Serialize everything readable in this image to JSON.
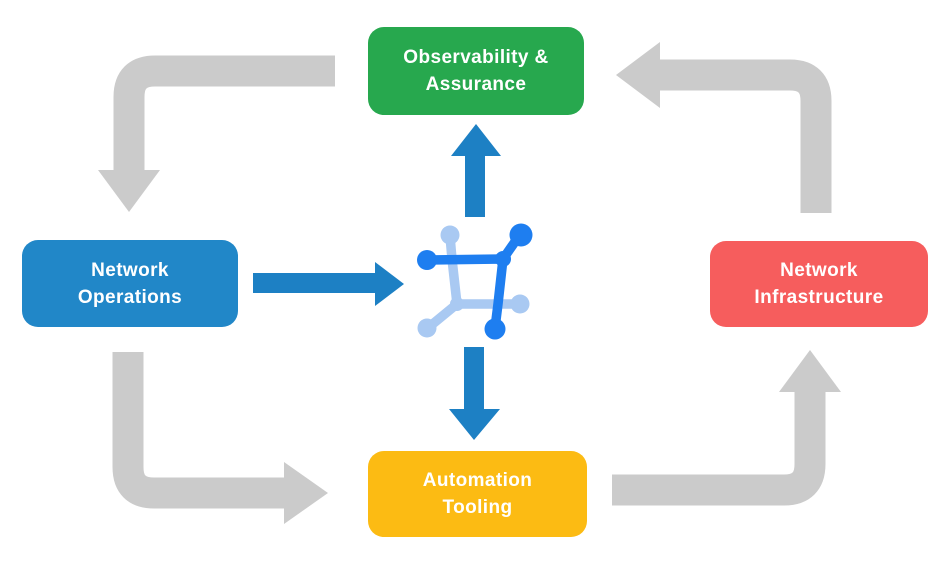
{
  "diagram": {
    "nodes": [
      {
        "id": "observability-assurance",
        "lines": [
          "Observability &",
          "Assurance"
        ],
        "color": "#27A84E"
      },
      {
        "id": "network-operations",
        "lines": [
          "Network",
          "Operations"
        ],
        "color": "#2187C8"
      },
      {
        "id": "network-infrastructure",
        "lines": [
          "Network",
          "Infrastructure"
        ],
        "color": "#F65D5D"
      },
      {
        "id": "automation-tooling",
        "lines": [
          "Automation",
          "Tooling"
        ],
        "color": "#FCBB13"
      }
    ],
    "center_icon": "network-fabric-icon",
    "flows": [
      {
        "from": "observability-assurance",
        "to": "network-operations",
        "style": "gray-cycle"
      },
      {
        "from": "network-operations",
        "to": "automation-tooling",
        "style": "gray-cycle"
      },
      {
        "from": "automation-tooling",
        "to": "network-infrastructure",
        "style": "gray-cycle"
      },
      {
        "from": "network-infrastructure",
        "to": "observability-assurance",
        "style": "gray-cycle"
      },
      {
        "from": "network-operations",
        "to": "network-fabric-icon",
        "style": "blue"
      },
      {
        "from": "network-fabric-icon",
        "to": "observability-assurance",
        "style": "blue"
      },
      {
        "from": "network-fabric-icon",
        "to": "automation-tooling",
        "style": "blue"
      }
    ]
  },
  "colors": {
    "green": "#27A84E",
    "blue": "#2187C8",
    "red": "#F65D5D",
    "yellow": "#FCBB13",
    "arrow_gray": "#CBCBCB",
    "arrow_blue": "#1D80C4",
    "icon_blue": "#1E7EF0",
    "icon_light_blue": "#A9C9F2",
    "node_text": "#FFFFFF",
    "background": "#FFFFFF"
  }
}
